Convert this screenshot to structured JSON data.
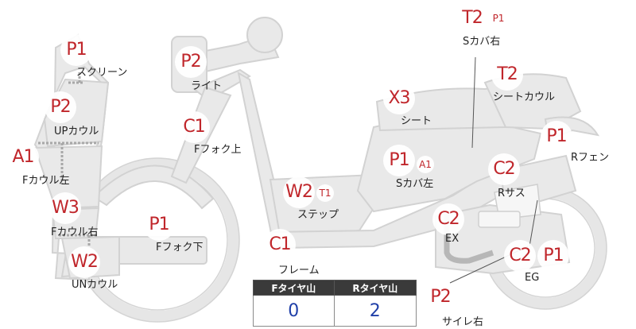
{
  "parts": [
    {
      "key": "screen",
      "code": "P1",
      "label": "スクリーン"
    },
    {
      "key": "up_cowl",
      "code": "P2",
      "label": "UPカウル"
    },
    {
      "key": "f_cowl_left",
      "code": "A1",
      "label": "Fカウル左"
    },
    {
      "key": "f_cowl_right",
      "code": "W3",
      "label": "Fカウル右"
    },
    {
      "key": "un_cowl",
      "code": "W2",
      "label": "UNカウル"
    },
    {
      "key": "light",
      "code": "P2",
      "label": "ライト"
    },
    {
      "key": "f_fork_upper",
      "code": "C1",
      "label": "Fフォク上"
    },
    {
      "key": "f_fork_lower",
      "code": "P1",
      "label": "Fフォク下"
    },
    {
      "key": "frame",
      "code": "C1",
      "label": "フレーム"
    },
    {
      "key": "step",
      "code": "W2",
      "sub": "T1",
      "label": "ステップ"
    },
    {
      "key": "seat",
      "code": "X3",
      "label": "シート"
    },
    {
      "key": "s_cover_left",
      "code": "P1",
      "sub": "A1",
      "label": "Sカバ左"
    },
    {
      "key": "s_cover_right",
      "code": "T2",
      "sub": "P1",
      "label": "Sカバ右"
    },
    {
      "key": "seat_cowl",
      "code": "T2",
      "label": "シートカウル"
    },
    {
      "key": "r_fender",
      "code": "P1",
      "label": "Rフェン"
    },
    {
      "key": "r_sus",
      "code": "C2",
      "label": "Rサス"
    },
    {
      "key": "exhaust",
      "code": "C2",
      "label": "EX"
    },
    {
      "key": "engine",
      "code": "C2",
      "code2": "P1",
      "label": "EG"
    },
    {
      "key": "silencer_right",
      "code": "P2",
      "label": "サイレ右"
    }
  ],
  "tire_table": {
    "headers": [
      "Fタイヤ山",
      "Rタイヤ山"
    ],
    "values": [
      "0",
      "2"
    ]
  },
  "colors": {
    "badge_text": "#c0262b",
    "part_fill": "#e9e9e9",
    "table_header": "#3a3a3a",
    "table_value": "#1f3fa8"
  }
}
